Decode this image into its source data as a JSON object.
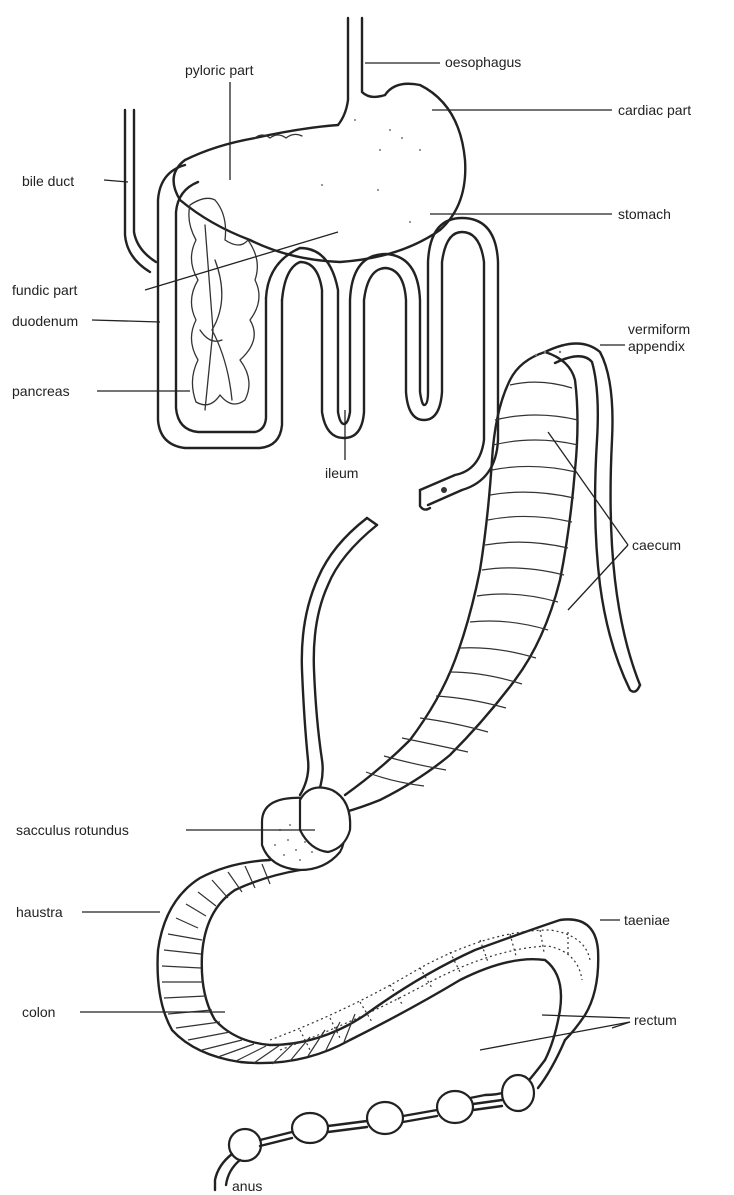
{
  "diagram": {
    "labels": {
      "pyloric_part": "pyloric part",
      "oesophagus": "oesophagus",
      "cardiac_part": "cardiac part",
      "bile_duct": "bile duct",
      "stomach": "stomach",
      "fundic_part": "fundic part",
      "duodenum": "duodenum",
      "vermiform_appendix_line1": "vermiform",
      "vermiform_appendix_line2": "appendix",
      "pancreas": "pancreas",
      "ileum": "ileum",
      "caecum": "caecum",
      "sacculus_rotundus": "sacculus rotundus",
      "taeniae": "taeniae",
      "haustra": "haustra",
      "colon": "colon",
      "rectum": "rectum",
      "anus": "anus"
    }
  }
}
